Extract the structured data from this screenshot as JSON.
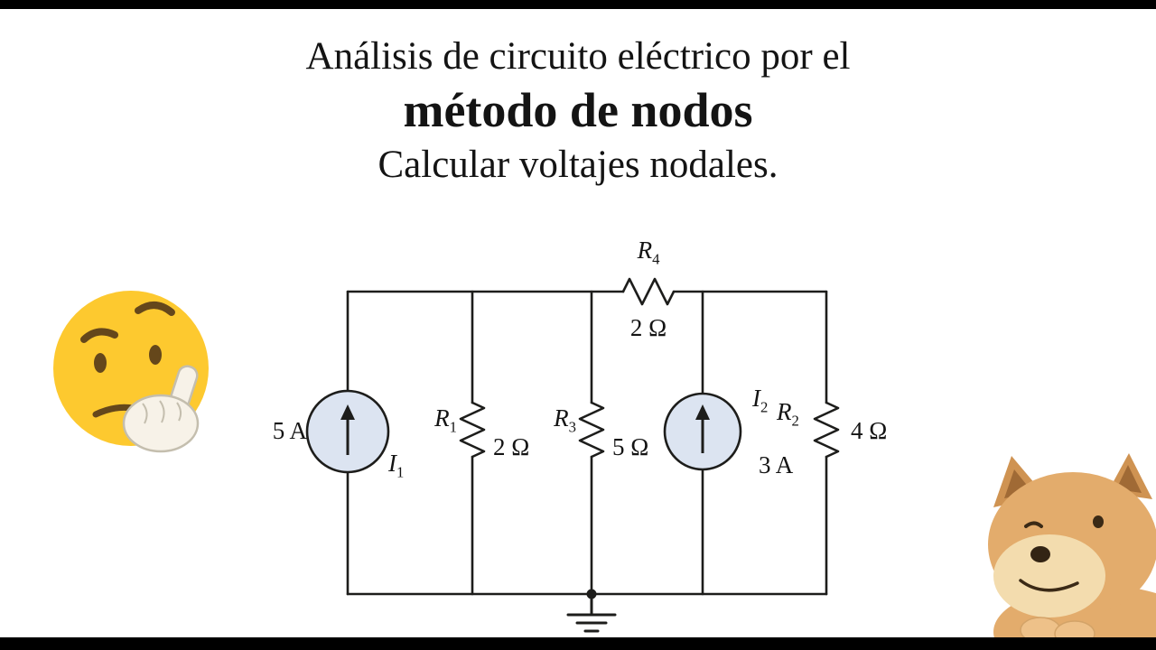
{
  "title": {
    "line1": "Análisis de circuito eléctrico por el",
    "line2": "método de nodos",
    "line3": "Calcular voltajes nodales."
  },
  "circuit": {
    "sources": [
      {
        "id": "I1",
        "symbol": "I",
        "sub": "1",
        "value": "5 A"
      },
      {
        "id": "I2",
        "symbol": "I",
        "sub": "2",
        "value": "3 A"
      }
    ],
    "resistors": [
      {
        "id": "R1",
        "symbol": "R",
        "sub": "1",
        "value": "2 Ω"
      },
      {
        "id": "R2",
        "symbol": "R",
        "sub": "2",
        "value": "4 Ω"
      },
      {
        "id": "R3",
        "symbol": "R",
        "sub": "3",
        "value": "5 Ω"
      },
      {
        "id": "R4",
        "symbol": "R",
        "sub": "4",
        "value": "2 Ω"
      }
    ]
  },
  "decorations": {
    "thinking_emoji_icon": "thinking-face-emoji",
    "cheems_icon": "cheems-dog-meme",
    "ground_icon": "ground-symbol"
  },
  "colors": {
    "background": "#ffffff",
    "letterbox": "#000000",
    "wire": "#1d1d1b",
    "source_fill": "#dce4f1",
    "emoji_yellow": "#fdc92f",
    "dog_tan": "#e3ac6c"
  }
}
